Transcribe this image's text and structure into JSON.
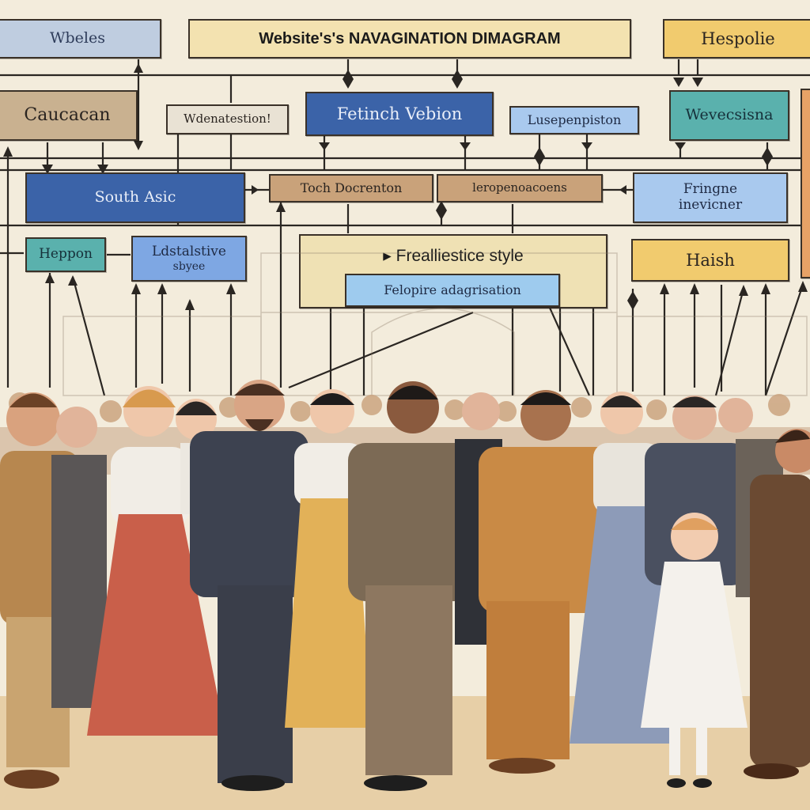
{
  "diagram": {
    "title": "Website's's NAVAGINATION DIMAGRAM",
    "nodes": {
      "wbeles": "Wbeles",
      "hespolie": "Hespolie",
      "caucacan": "Caucacan",
      "wdenatestion": "Wdenatestion!",
      "fetinch_vebion": "Fetinch Vebion",
      "lusepenpiston": "Lusepenpiston",
      "wevecsisna": "Wevecsisna",
      "south_asic": "South Asic",
      "toch_docrenton": "Toch Docrenton",
      "leropenoacoens": "leropenoacoens",
      "fringne_inevicner": [
        "Fringne",
        "inevicner"
      ],
      "heppon": "Heppon",
      "ldstalstive_sbyee": [
        "Ldstalstive",
        "sbyee"
      ],
      "frealliestice_style": "Frealliestice style",
      "felopire_adagrisation": "Felopire adagrisation",
      "haish": "Haish"
    }
  },
  "colors": {
    "paper": "#f3ecdc",
    "line": "#2a2622",
    "title_fill": "#f3e2b0",
    "blue_dark": "#3b63a8",
    "blue_light": "#a9c9ee",
    "teal": "#5ab1ad",
    "tan": "#c9b190",
    "yellow": "#f1cb6e",
    "orange": "#e8a266"
  }
}
